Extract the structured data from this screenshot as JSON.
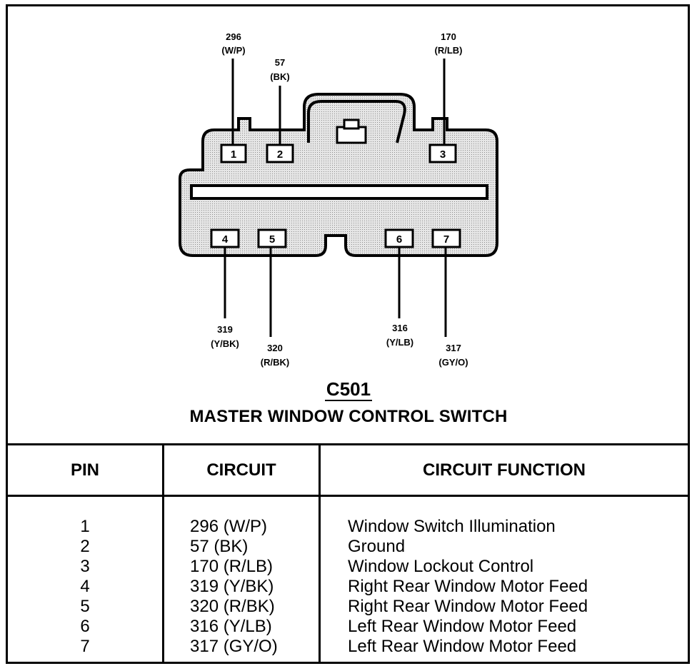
{
  "connector": {
    "id": "C501",
    "name": "MASTER WINDOW CONTROL SWITCH",
    "pins": [
      {
        "pin": "1",
        "circuit": "296",
        "color": "(W/P)"
      },
      {
        "pin": "2",
        "circuit": "57",
        "color": "(BK)"
      },
      {
        "pin": "3",
        "circuit": "170",
        "color": "(R/LB)"
      },
      {
        "pin": "4",
        "circuit": "319",
        "color": "(Y/BK)"
      },
      {
        "pin": "5",
        "circuit": "320",
        "color": "(R/BK)"
      },
      {
        "pin": "6",
        "circuit": "316",
        "color": "(Y/LB)"
      },
      {
        "pin": "7",
        "circuit": "317",
        "color": "(GY/O)"
      }
    ]
  },
  "table": {
    "headers": {
      "pin": "PIN",
      "circuit": "CIRCUIT",
      "function": "CIRCUIT FUNCTION"
    },
    "rows": [
      {
        "pin": "1",
        "circuit": "296 (W/P)",
        "function": "Window Switch Illumination"
      },
      {
        "pin": "2",
        "circuit": "57 (BK)",
        "function": "Ground"
      },
      {
        "pin": "3",
        "circuit": "170 (R/LB)",
        "function": "Window Lockout Control"
      },
      {
        "pin": "4",
        "circuit": "319 (Y/BK)",
        "function": "Right Rear Window Motor Feed"
      },
      {
        "pin": "5",
        "circuit": "320 (R/BK)",
        "function": "Right Rear Window Motor Feed"
      },
      {
        "pin": "6",
        "circuit": "316 (Y/LB)",
        "function": "Left Rear Window Motor Feed"
      },
      {
        "pin": "7",
        "circuit": "317 (GY/O)",
        "function": "Left Rear Window Motor Feed"
      }
    ]
  },
  "colors": {
    "line": "#000000",
    "body_fill": "#d9d9d9",
    "background": "#ffffff"
  }
}
